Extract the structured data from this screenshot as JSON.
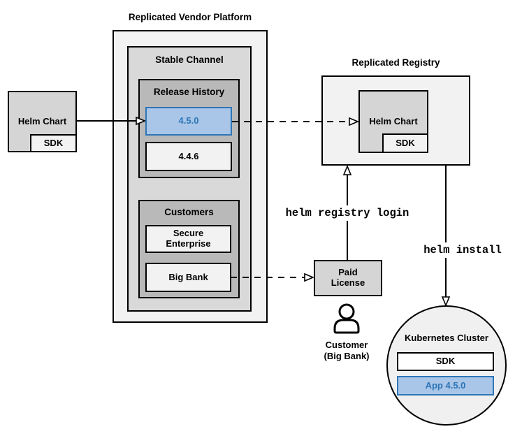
{
  "colors": {
    "blue_fill": "#A9C6E8",
    "blue_stroke": "#2E75B6",
    "blue_text": "#2E75B6",
    "outer_fill": "#F2F2F2",
    "mid_fill": "#D9D9D9",
    "dark_fill": "#B9B9B9",
    "box_fill": "#D5D5D5",
    "light_fill": "#F2F2F2",
    "circle_fill": "#F0F0F0",
    "white_fill": "#FFFFFF"
  },
  "platform": {
    "title": "Replicated Vendor Platform",
    "stable_channel": {
      "label": "Stable Channel",
      "release_history": {
        "label": "Release History",
        "releases": [
          {
            "version": "4.5.0",
            "highlighted": true
          },
          {
            "version": "4.4.6",
            "highlighted": false
          }
        ]
      },
      "customers": {
        "label": "Customers",
        "items": [
          {
            "name": "Secure Enterprise"
          },
          {
            "name": "Big Bank"
          }
        ]
      }
    }
  },
  "source_chart": {
    "label": "Helm Chart",
    "sdk": "SDK"
  },
  "registry": {
    "title": "Replicated Registry",
    "helm_chart": "Helm Chart",
    "sdk": "SDK"
  },
  "license": {
    "label": "Paid License"
  },
  "customer": {
    "name": "Customer",
    "company": "(Big Bank)"
  },
  "commands": {
    "login": "helm registry login",
    "install": "helm install"
  },
  "cluster": {
    "title": "Kubernetes Cluster",
    "sdk": "SDK",
    "app": "App 4.5.0"
  }
}
